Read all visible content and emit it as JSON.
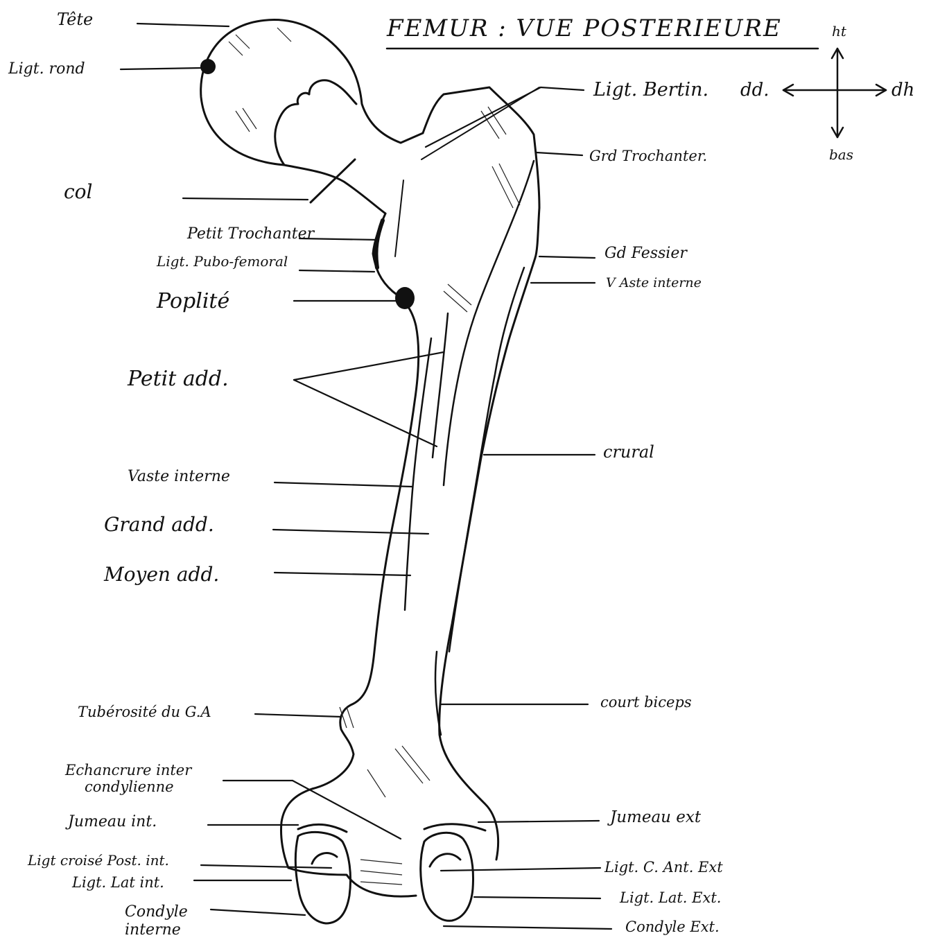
{
  "title": "FEMUR : VUE POSTERIEURE",
  "orientation": {
    "up": "ht",
    "down": "bas",
    "left": "dd.",
    "right": "dh"
  },
  "labels": {
    "tete": "Tête",
    "ligt_rond": "Ligt. rond",
    "col": "col",
    "petit_trochanter": "Petit Trochanter",
    "ligt_pubo_femoral": "Ligt. Pubo-femoral",
    "poplite": "Poplité",
    "petit_add": "Petit add.",
    "vaste_interne_left": "Vaste interne",
    "grand_add": "Grand add.",
    "moyen_add": "Moyen add.",
    "tuberosite": "Tubérosité du G.A",
    "echancrure": "Echancrure inter",
    "echancrure_2": "condylienne",
    "jumeau_int": "Jumeau int.",
    "ligt_croise_post_int": "Ligt croisé Post. int.",
    "ligt_lat_int": "Ligt. Lat int.",
    "condyle_interne": "Condyle",
    "condyle_interne_2": "interne",
    "ligt_bertin": "Ligt. Bertin.",
    "grd_trochanter": "Grd Trochanter.",
    "gd_fessier": "Gd Fessier",
    "vaste_interne_right": "V Aste interne",
    "crural": "crural",
    "court_biceps": "court biceps",
    "jumeau_ext": "Jumeau ext",
    "ligt_c_ant_ext": "Ligt. C. Ant. Ext",
    "ligt_lat_ext": "Ligt. Lat. Ext.",
    "condyle_ext": "Condyle Ext."
  }
}
